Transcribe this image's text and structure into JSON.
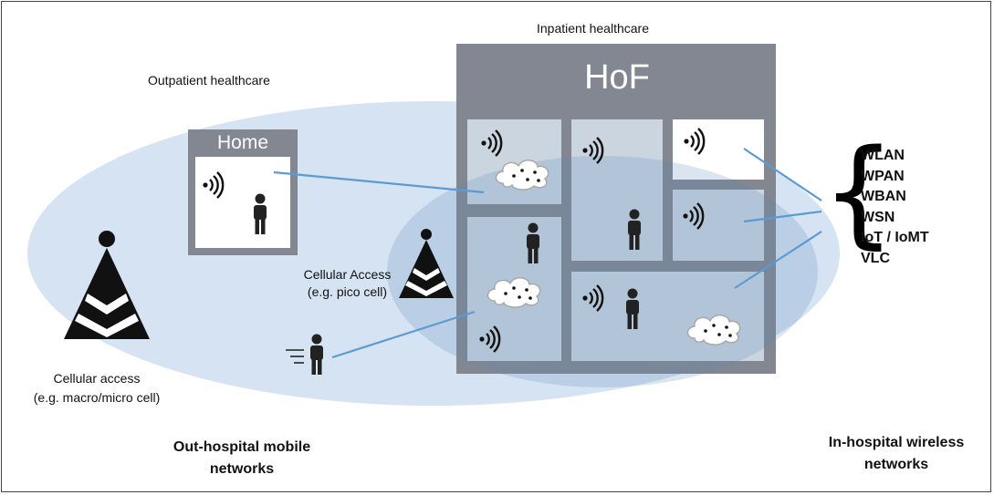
{
  "labels": {
    "inpatient": "Inpatient healthcare",
    "outpatient": "Outpatient healthcare",
    "hof": "HoF",
    "home": "Home",
    "cellular_pico_1": "Cellular Access",
    "cellular_pico_2": "(e.g. pico cell)",
    "cellular_macro_1": "Cellular access",
    "cellular_macro_2": "(e.g. macro/micro cell)",
    "out_hospital_1": "Out-hospital mobile",
    "out_hospital_2": "networks",
    "in_hospital_1": "In-hospital wireless",
    "in_hospital_2": "networks"
  },
  "networks": [
    "WLAN",
    "WPAN",
    "WBAN",
    "WSN",
    "IoT / IoMT",
    "VLC"
  ],
  "icons": [
    "wifi-signal-icon",
    "person-icon",
    "cloud-icon",
    "cell-tower-icon",
    "running-person-icon"
  ],
  "colors": {
    "ellipse_fill": "#d5e3f3",
    "inner_ellipse_fill": "#a9c4df",
    "building_gray": "#838791",
    "room_fill": "#cbd5e0",
    "link_blue": "#5b9bd5"
  }
}
